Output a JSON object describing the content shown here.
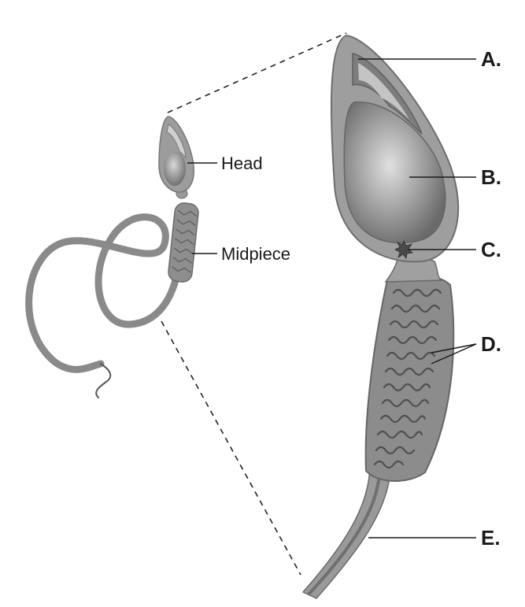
{
  "labels": {
    "head": "Head",
    "midpiece": "Midpiece",
    "a": "A.",
    "b": "B.",
    "c": "C.",
    "d": "D.",
    "e": "E."
  },
  "colors": {
    "body_gray": "#8a8a8a",
    "light_gray": "#b5b5b5",
    "dark_gray": "#5a5a5a",
    "leader_line": "#1a1a1a"
  }
}
